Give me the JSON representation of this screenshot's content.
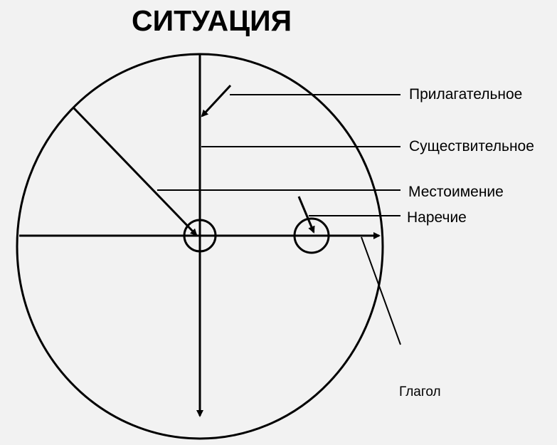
{
  "title": "СИТУАЦИЯ",
  "labels": {
    "adjective": "Прилагательное",
    "noun": "Существительное",
    "pronoun": "Местоимение",
    "adverb": "Наречие",
    "verb": "Глагол"
  },
  "colors": {
    "background": "#f2f2f2",
    "stroke": "#000000"
  }
}
